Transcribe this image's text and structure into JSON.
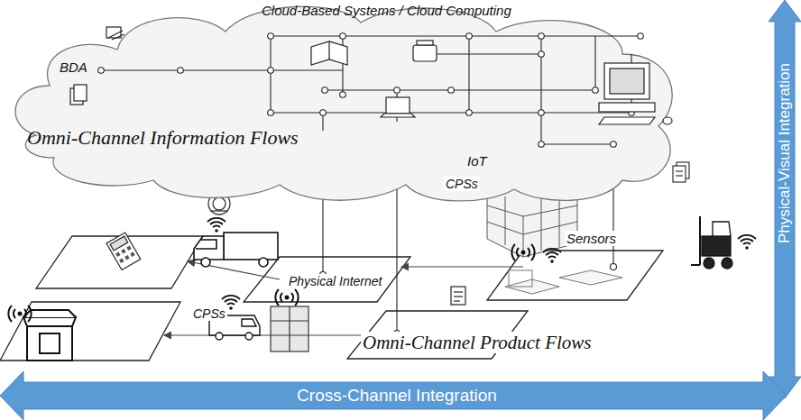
{
  "diagram": {
    "nodes": [
      {
        "text": [
          "Cloud-Based Systems / Cloud Computing",
          "BDA",
          "Omni-Channel Information Flows",
          "IoT"
        ]
      },
      {
        "text": [
          "Physical-Visual Integration"
        ]
      },
      {
        "text": [
          "Cross-Channel Integration"
        ]
      }
    ],
    "labels": [
      "CPSs",
      "Physical Internet",
      "Sensors",
      "CPSs",
      "Omni-Channel Product Flows"
    ]
  }
}
